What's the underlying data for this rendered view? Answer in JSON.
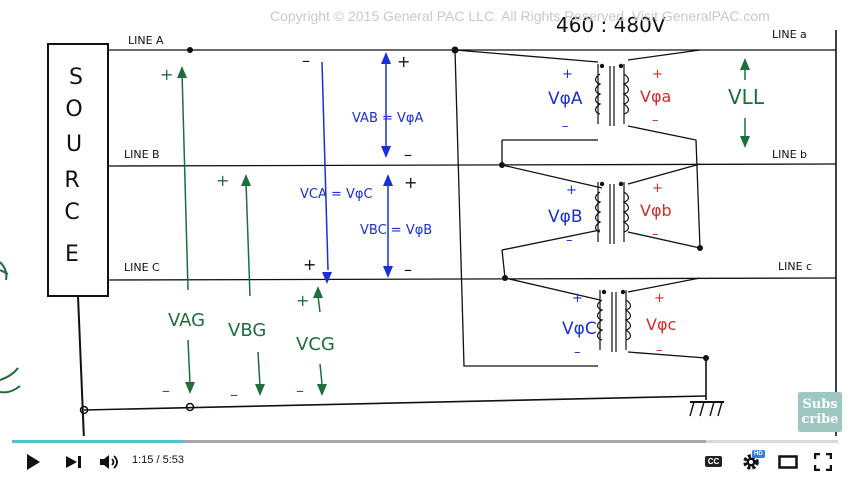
{
  "video": {
    "copyright": "Copyright © 2015 General PAC LLC. All Rights Reserved. Visit GeneralPAC.com",
    "source_letters": [
      "S",
      "O",
      "U",
      "R",
      "C",
      "E"
    ],
    "lines_left": {
      "a": "LINE A",
      "b": "LINE B",
      "c": "LINE C"
    },
    "lines_right": {
      "a": "LINE a",
      "b": "LINE b",
      "c": "LINE c"
    },
    "ratio": "460 : 480V",
    "plus": "+",
    "minus": "–",
    "voltages": {
      "vab": "VAB = VφA",
      "vca": "VCA = VφC",
      "vbc": "VBC = VφB",
      "vag": "VAG",
      "vbg": "VBG",
      "vcg": "VCG",
      "vll": "VLL",
      "vphiA": "VφA",
      "vphiB": "VφB",
      "vphiC": "VφC",
      "vphia": "Vφa",
      "vphib": "Vφb",
      "vphic": "Vφc"
    },
    "subscribe": "Subs cribe"
  },
  "controls": {
    "time": "1:15 / 5:53",
    "cc_label": "CC",
    "hd_label": "HD",
    "progress": {
      "played_fraction": 0.21,
      "buffered_fraction": 0.84
    }
  },
  "colors": {
    "green": "#1e6e3c",
    "blue": "#1a2fd6",
    "red": "#d42a2a",
    "progress": "#4fc3d1"
  }
}
